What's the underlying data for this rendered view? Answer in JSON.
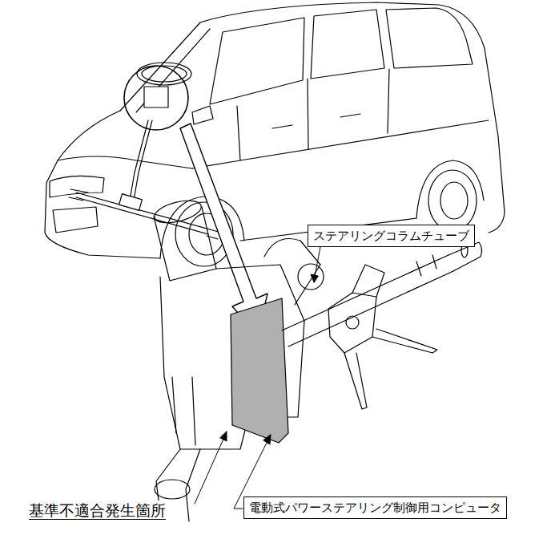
{
  "diagram": {
    "nodes": [
      {
        "text": [
          "ステアリングコラムチューブ"
        ]
      },
      {
        "text": [
          "電動式パワーステアリング制御用コンピュータ"
        ]
      }
    ],
    "labels": [
      "基準不適合発生箇所"
    ]
  }
}
